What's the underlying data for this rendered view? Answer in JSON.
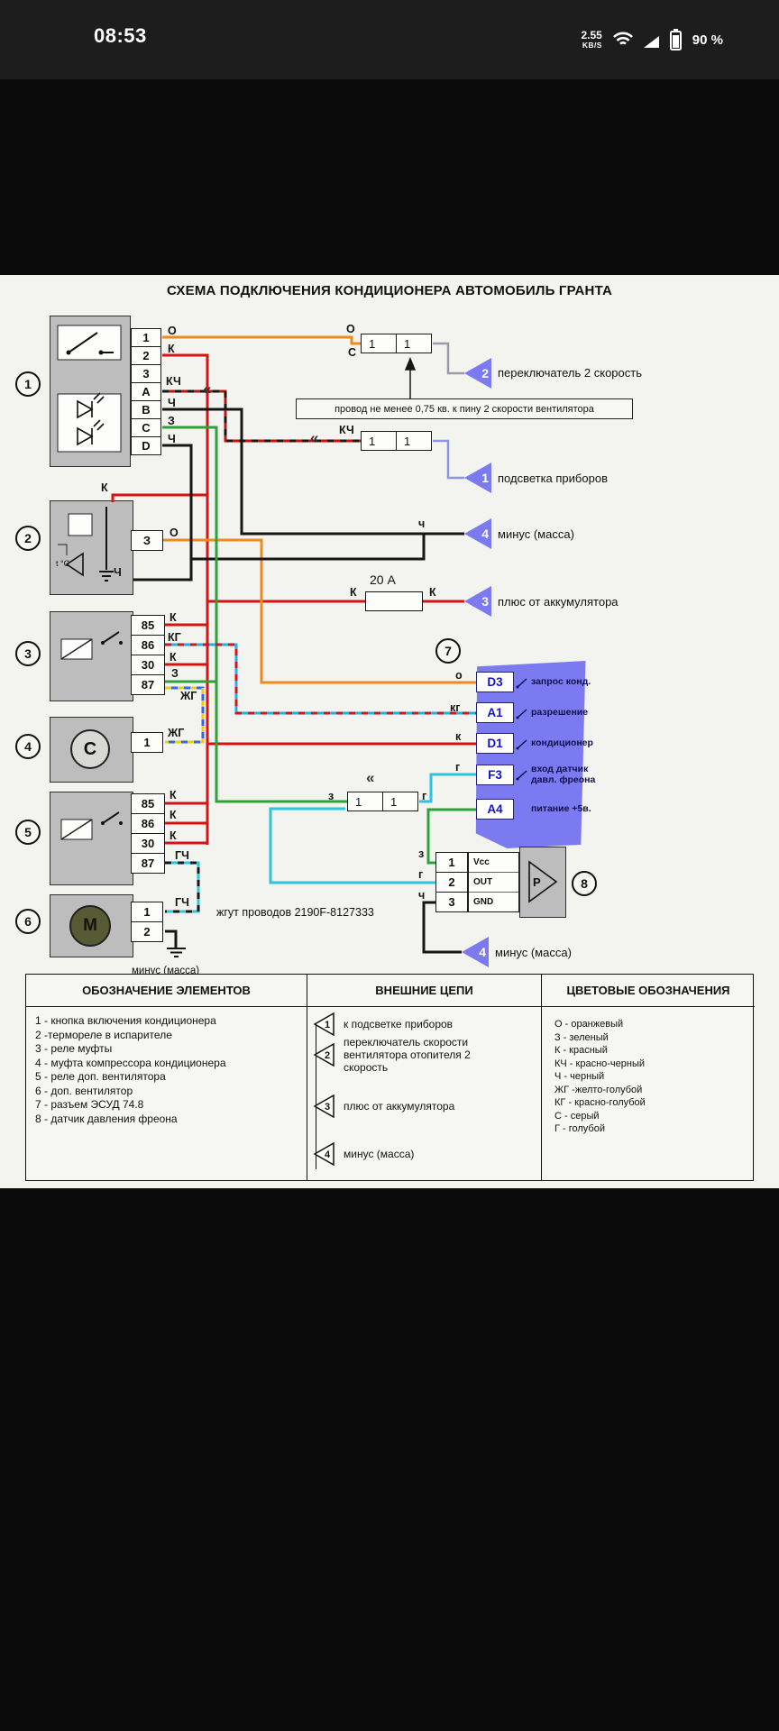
{
  "status_bar": {
    "time": "08:53",
    "net_speed": "2.55",
    "net_unit": "KB/S",
    "battery": "90 %"
  },
  "diagram": {
    "title": "СХЕМА ПОДКЛЮЧЕНИЯ КОНДИЦИОНЕРА АВТОМОБИЛЬ ГРАНТА",
    "note": "провод не менее 0,75 кв.  к пину 2 скорости вентилятора",
    "fuse": "20 А",
    "harness": "жгут проводов 2190F-8127333",
    "ground_caption": "минус (масса)",
    "letters": {
      "O": "О",
      "K": "К",
      "KCH": "КЧ",
      "CH": "Ч",
      "Z": "З",
      "ZHG": "ЖГ",
      "KG": "КГ",
      "S": "С",
      "GCH": "ГЧ",
      "o": "о",
      "k": "к",
      "kg": "кг",
      "ch": "ч",
      "z": "з",
      "g": "г"
    },
    "components": {
      "c1": {
        "num": "1",
        "pins": [
          "1",
          "2",
          "3",
          "A",
          "B",
          "C",
          "D"
        ]
      },
      "c2": {
        "num": "2",
        "pins": [
          "З"
        ],
        "therm": "t °C"
      },
      "c3": {
        "num": "3",
        "pins": [
          "85",
          "86",
          "30",
          "87"
        ]
      },
      "c4": {
        "num": "4",
        "pins": [
          "1"
        ],
        "symbol": "С"
      },
      "c5": {
        "num": "5",
        "pins": [
          "85",
          "86",
          "30",
          "87"
        ]
      },
      "c6": {
        "num": "6",
        "pins": [
          "1",
          "2"
        ],
        "symbol": "М"
      }
    },
    "connectors": {
      "a": [
        "1",
        "1"
      ],
      "b": [
        "1",
        "1"
      ],
      "c": [
        "1",
        "1"
      ]
    },
    "terminals": [
      {
        "num": "2",
        "label": "переключатель 2 скорость"
      },
      {
        "num": "1",
        "label": "подсветка приборов"
      },
      {
        "num": "4",
        "label": "минус (масса)"
      },
      {
        "num": "3",
        "label": "плюс от аккумулятора"
      },
      {
        "num": "4",
        "label": "минус (масса)"
      }
    ],
    "ecu": {
      "num": "7",
      "pins": [
        {
          "name": "D3",
          "label": "запрос конд."
        },
        {
          "name": "A1",
          "label": "разрешение"
        },
        {
          "name": "D1",
          "label": "кондиционер"
        },
        {
          "name": "F3",
          "label": "вход датчик давл. фреона"
        },
        {
          "name": "A4",
          "label": "питание +5в."
        }
      ]
    },
    "sensor": {
      "num": "8",
      "pins": [
        "1",
        "2",
        "3"
      ],
      "signals": [
        "Vcc",
        "OUT",
        "GND"
      ],
      "symbol": "Р"
    }
  },
  "legend": {
    "elements": {
      "header": "ОБОЗНАЧЕНИЕ ЭЛЕМЕНТОВ",
      "items": [
        "1 - кнопка включения кондиционера",
        "2 -термореле в испарителе",
        "3 - реле муфты",
        "4 - муфта компрессора кондиционера",
        "5 - реле доп. вентилятора",
        "6 - доп. вентилятор",
        "7 - разъем ЭСУД 74.8",
        "8 - датчик давления фреона"
      ]
    },
    "circuits": {
      "header": "ВНЕШНИЕ ЦЕПИ",
      "items": [
        {
          "num": "1",
          "label": "к подсветке приборов"
        },
        {
          "num": "2",
          "label": "переключатель скорости вентилятора отопителя 2 скорость"
        },
        {
          "num": "3",
          "label": "плюс от аккумулятора"
        },
        {
          "num": "4",
          "label": "минус (масса)"
        }
      ]
    },
    "colors": {
      "header": "ЦВЕТОВЫЕ ОБОЗНАЧЕНИЯ",
      "items": [
        "О -  оранжевый",
        "З -   зеленый",
        "К -  красный",
        "КЧ - красно-черный",
        "Ч -  черный",
        "ЖГ -желто-голубой",
        "КГ - красно-голубой",
        "С -  серый",
        "Г -  голубой"
      ]
    }
  },
  "ui_colors": {
    "accent_blue": "#7b7af0",
    "wire_red": "#d61414",
    "wire_orange": "#ef8b1c",
    "wire_green": "#2ba336",
    "wire_cyan": "#2cc4de",
    "wire_gray": "#9b9bab",
    "wire_violet": "#8f93e8",
    "wire_yellow": "#e8d00a",
    "wire_black": "#161616"
  }
}
